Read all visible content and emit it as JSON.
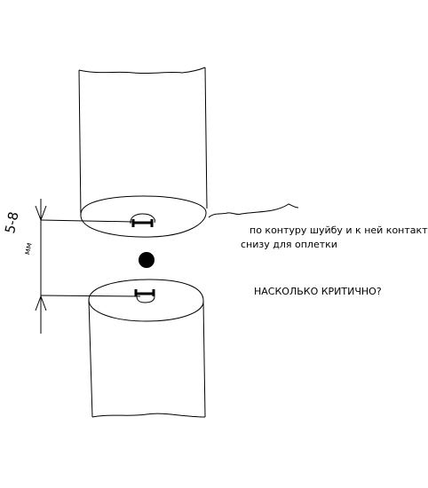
{
  "annotations": {
    "contour_note_line1": "по контуру шуйбу и к ней контакт",
    "contour_note_line2": "снизу для оплетки",
    "question": "НАСКОЛЬКО КРИТИЧНО?",
    "gap_value": "5-8",
    "gap_unit": "мм"
  },
  "colors": {
    "ink": "#000000",
    "background": "#ffffff"
  }
}
